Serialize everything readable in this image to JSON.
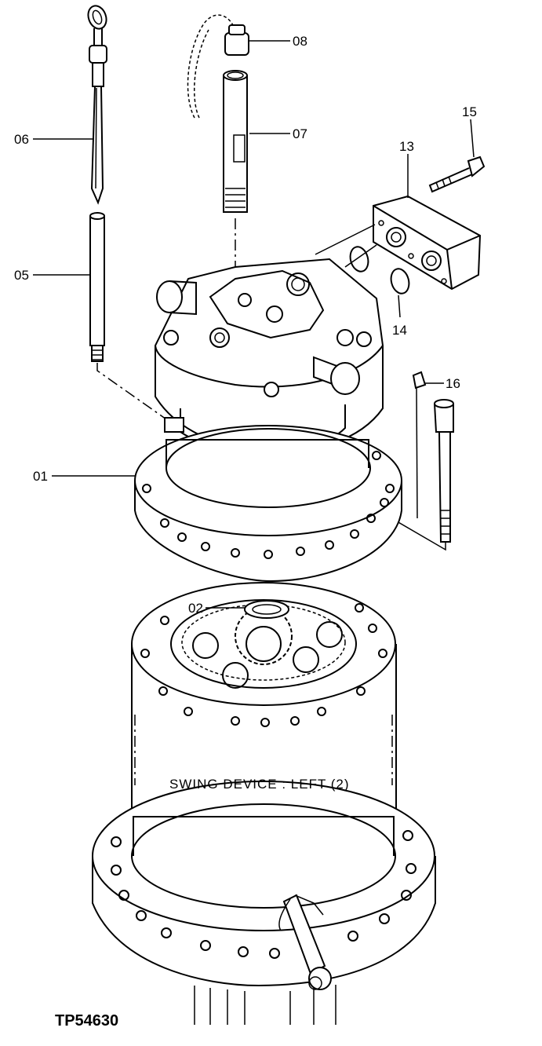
{
  "drawing": {
    "callouts": {
      "c01": "01",
      "c02": "02",
      "c05": "05",
      "c06": "06",
      "c07": "07",
      "c08": "08",
      "c13": "13",
      "c14": "14",
      "c15": "15",
      "c16": "16"
    },
    "caption": "SWING DEVICE : LEFT (2)",
    "figure_code": "TP54630"
  }
}
